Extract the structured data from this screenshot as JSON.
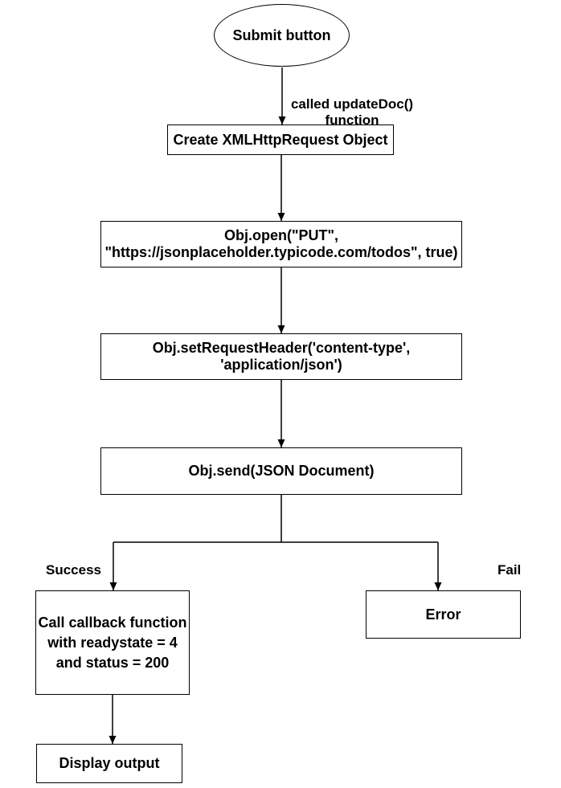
{
  "canvas": {
    "background_color": "#ffffff",
    "stroke_color": "#000000",
    "text_color": "#000000"
  },
  "nodes": {
    "start": {
      "shape": "ellipse",
      "label": "Submit button"
    },
    "create_request": {
      "shape": "rectangle",
      "label": "Create XMLHttpRequest Object"
    },
    "open_request": {
      "shape": "rectangle",
      "label": "Obj.open(\"PUT\",\n\"https://jsonplaceholder.typicode.com/todos\", true)"
    },
    "set_header": {
      "shape": "rectangle",
      "label": "Obj.setRequestHeader('content-type',\n'application/json')"
    },
    "send_request": {
      "shape": "rectangle",
      "label": "Obj.send(JSON Document)"
    },
    "callback": {
      "shape": "rectangle",
      "label": "Call callback function\nwith readystate = 4\nand status = 200"
    },
    "error": {
      "shape": "rectangle",
      "label": "Error"
    },
    "display_output": {
      "shape": "rectangle",
      "label": "Display output"
    }
  },
  "edge_labels": {
    "called_function": "called updateDoc()\nfunction",
    "success": "Success",
    "fail": "Fail"
  }
}
